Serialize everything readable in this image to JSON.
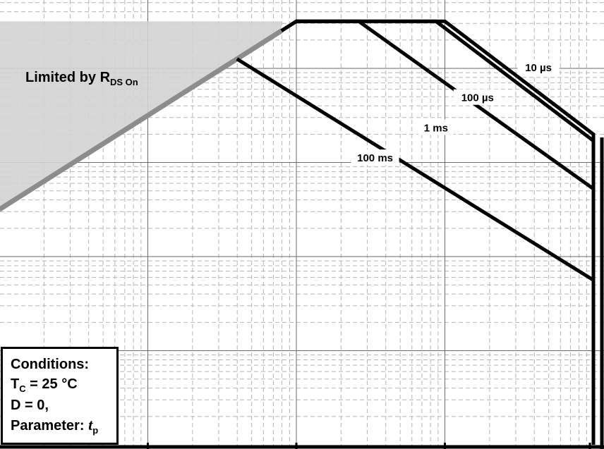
{
  "chart_data": {
    "type": "line",
    "title": "",
    "xlabel": "",
    "ylabel": "",
    "xscale": "log",
    "yscale": "log",
    "grid": true,
    "x_decades": 4,
    "y_decades": 5,
    "rds_limit": {
      "label": "Limited by R",
      "label_sub": "DS On",
      "fill_color": "#d3d3d3",
      "points": [
        [
          0.0,
          2.5
        ],
        [
          1.0,
          3.5
        ],
        [
          1.9,
          4.4
        ]
      ]
    },
    "series": [
      {
        "name": "10 µs",
        "label_pos": [
          3.63,
          4.0
        ],
        "points": [
          [
            1.9,
            4.4
          ],
          [
            2.0,
            4.5
          ],
          [
            3.0,
            4.5
          ],
          [
            4.0,
            3.3
          ],
          [
            4.0,
            0.0
          ]
        ]
      },
      {
        "name": "100 µs",
        "label_pos": [
          3.22,
          3.68
        ],
        "points": [
          [
            1.9,
            4.4
          ],
          [
            2.0,
            4.5
          ],
          [
            2.94,
            4.5
          ],
          [
            4.0,
            3.23
          ]
        ]
      },
      {
        "name": "1 ms",
        "label_pos": [
          2.94,
          3.36
        ],
        "points": [
          [
            1.9,
            4.4
          ],
          [
            2.0,
            4.5
          ],
          [
            2.42,
            4.5
          ],
          [
            4.0,
            2.72
          ]
        ]
      },
      {
        "name": "100 ms",
        "label_pos": [
          2.53,
          3.04
        ],
        "points": [
          [
            1.6,
            4.1
          ],
          [
            4.0,
            1.75
          ]
        ]
      }
    ],
    "conditions": {
      "title": "Conditions:",
      "line1_main": "T",
      "line1_sub": "C",
      "line1_rest": " = 25 °C",
      "line2": "D = 0,",
      "line3_main": "Parameter:  ",
      "line3_italic": "t",
      "line3_sub": "p"
    }
  }
}
